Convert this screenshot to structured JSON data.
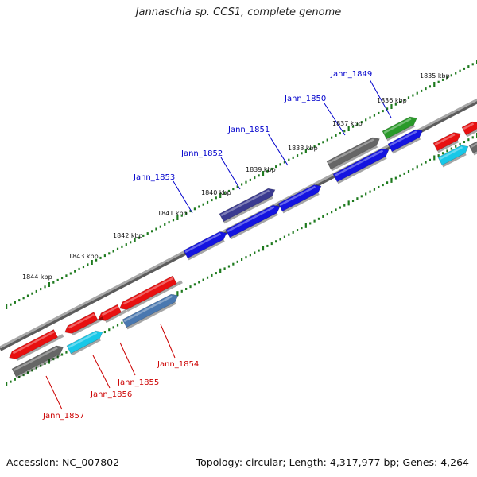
{
  "title": "Jannaschia sp. CCS1, complete genome",
  "footer": {
    "accession": "Accession: NC_007802",
    "summary": "Topology: circular; Length: 4,317,977 bp; Genes: 4,264"
  },
  "colors": {
    "background": "#ffffff",
    "backbone": "#8a8a8a",
    "tick": "#1e7a1e",
    "forward_label": "#0000cc",
    "reverse_label": "#cc0000",
    "gene_blue": "#1414e0",
    "gene_dark_purple": "#3a3a90",
    "gene_green": "#2a9a2a",
    "gene_grey": "#666666",
    "gene_red": "#e81010",
    "gene_cyan": "#18c8e8",
    "gene_steel": "#4a78b0"
  },
  "scale_labels": [
    "1835 kbp",
    "1836 kbp",
    "1837 kbp",
    "1838 kbp",
    "1839 kbp",
    "1840 kbp",
    "1841 kbp",
    "1842 kbp",
    "1843 kbp",
    "1844 kbp"
  ],
  "gene_labels": [
    {
      "text": "Jann_1849",
      "strand": "forward"
    },
    {
      "text": "Jann_1850",
      "strand": "forward"
    },
    {
      "text": "Jann_1851",
      "strand": "forward"
    },
    {
      "text": "Jann_1852",
      "strand": "forward"
    },
    {
      "text": "Jann_1853",
      "strand": "forward"
    },
    {
      "text": "Jann_1854",
      "strand": "reverse"
    },
    {
      "text": "Jann_1855",
      "strand": "reverse"
    },
    {
      "text": "Jann_1856",
      "strand": "reverse"
    },
    {
      "text": "Jann_1857",
      "strand": "reverse"
    }
  ]
}
